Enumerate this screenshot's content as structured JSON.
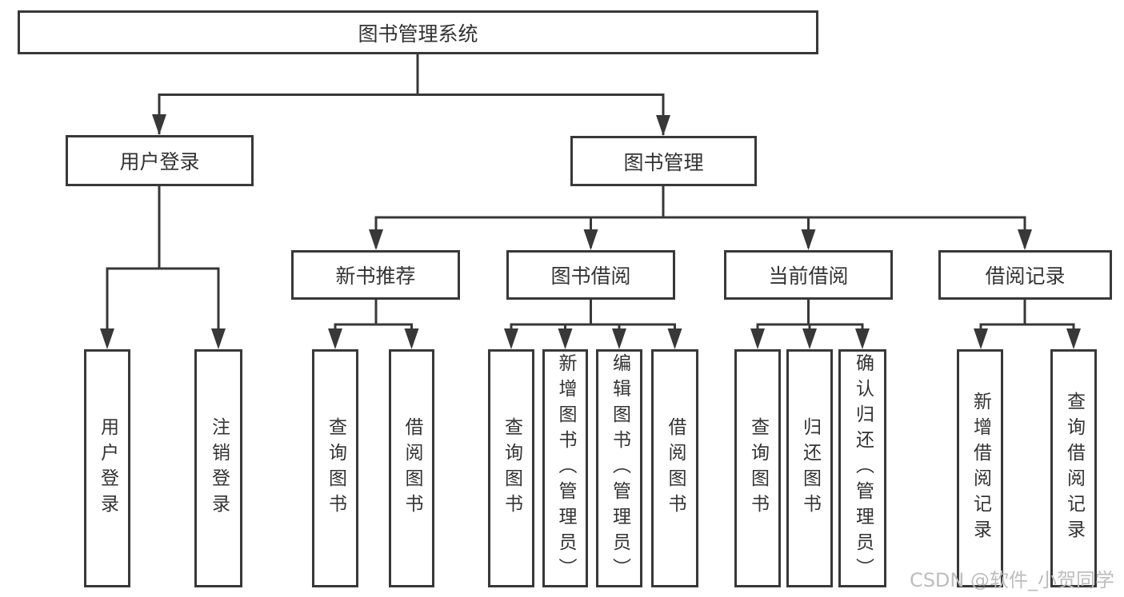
{
  "diagram": {
    "root": {
      "label": "图书管理系统"
    },
    "branches": [
      {
        "label": "用户登录",
        "children": [
          {
            "label": "用户登录"
          },
          {
            "label": "注销登录"
          }
        ]
      },
      {
        "label": "图书管理",
        "children": [
          {
            "label": "新书推荐",
            "children": [
              {
                "label": "查询图书"
              },
              {
                "label": "借阅图书"
              }
            ]
          },
          {
            "label": "图书借阅",
            "children": [
              {
                "label": "查询图书"
              },
              {
                "label": "新增图书（管理员）"
              },
              {
                "label": "编辑图书（管理员）"
              },
              {
                "label": "借阅图书"
              }
            ]
          },
          {
            "label": "当前借阅",
            "children": [
              {
                "label": "查询图书"
              },
              {
                "label": "归还图书"
              },
              {
                "label": "确认归还（管理员）"
              }
            ]
          },
          {
            "label": "借阅记录",
            "children": [
              {
                "label": "新增借阅记录"
              },
              {
                "label": "查询借阅记录"
              }
            ]
          }
        ]
      }
    ]
  },
  "watermark": {
    "text": "CSDN @软件_小贺同学"
  },
  "colors": {
    "line": "#383838",
    "box_border": "#383838",
    "text": "#333333",
    "watermark": "#bdbdbd",
    "background": "#ffffff"
  }
}
